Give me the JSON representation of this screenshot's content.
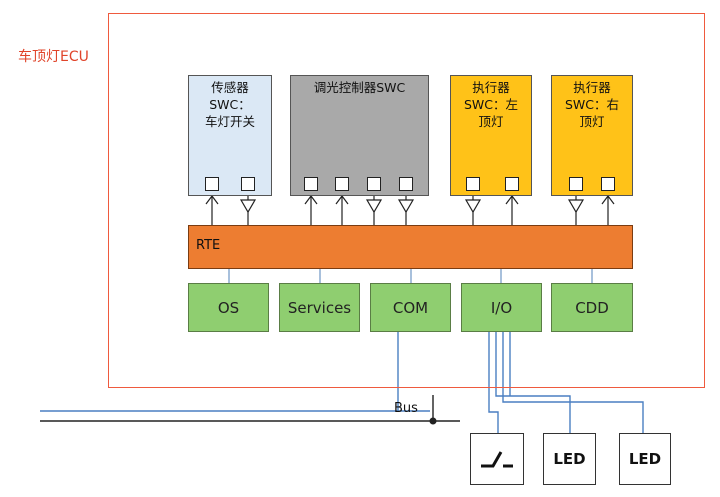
{
  "ecu": {
    "title": "车顶灯ECU"
  },
  "swcs": [
    {
      "text": "传感器\nSWC：\n车灯开关"
    },
    {
      "text": "调光控制器SWC"
    },
    {
      "text": "执行器\nSWC：左\n顶灯"
    },
    {
      "text": "执行器\nSWC：右\n顶灯"
    }
  ],
  "rte": {
    "label": "RTE"
  },
  "bsw": [
    "OS",
    "Services",
    "COM",
    "I/O",
    "CDD"
  ],
  "bus": {
    "label": "Bus"
  },
  "devices": [
    {
      "name": "switch",
      "icon": "switch-icon"
    },
    {
      "name": "led-1",
      "label": "LED"
    },
    {
      "name": "led-2",
      "label": "LED"
    }
  ],
  "colors": {
    "frame": "#ef5a3e",
    "rte": "#ed7d31",
    "bsw": "#8fce70",
    "actuator": "#ffc218",
    "sensor": "#dbe8f5",
    "controller": "#a9a9a9",
    "wire": "#4a7fc2"
  }
}
